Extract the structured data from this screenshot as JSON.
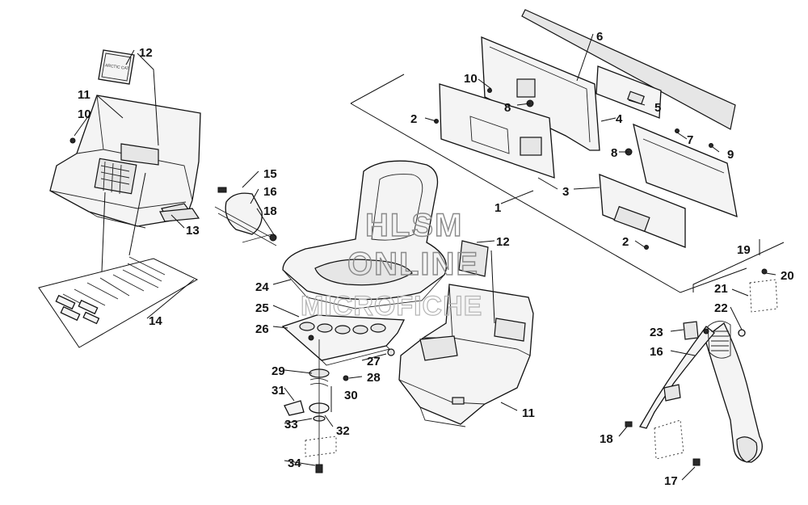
{
  "watermark": {
    "line1": "HLSM",
    "line2": "ONLINE",
    "line3": "MICROFICHE"
  },
  "callouts": {
    "c1": "1",
    "c2a": "2",
    "c2b": "2",
    "c3": "3",
    "c4": "4",
    "c5": "5",
    "c6": "6",
    "c7": "7",
    "c8a": "8",
    "c8b": "8",
    "c9": "9",
    "c10a": "10",
    "c10b": "10",
    "c11a": "11",
    "c11b": "11",
    "c12a": "12",
    "c12b": "12",
    "c13": "13",
    "c14": "14",
    "c15": "15",
    "c16a": "16",
    "c16b": "16",
    "c17": "17",
    "c18a": "18",
    "c18b": "18",
    "c19": "19",
    "c20": "20",
    "c21": "21",
    "c22": "22",
    "c23": "23",
    "c24": "24",
    "c25": "25",
    "c26": "26",
    "c27": "27",
    "c28": "28",
    "c29": "29",
    "c30": "30",
    "c31": "31",
    "c32": "32",
    "c33": "33",
    "c34": "34"
  },
  "emblem_text": "ARCTIC CAT"
}
